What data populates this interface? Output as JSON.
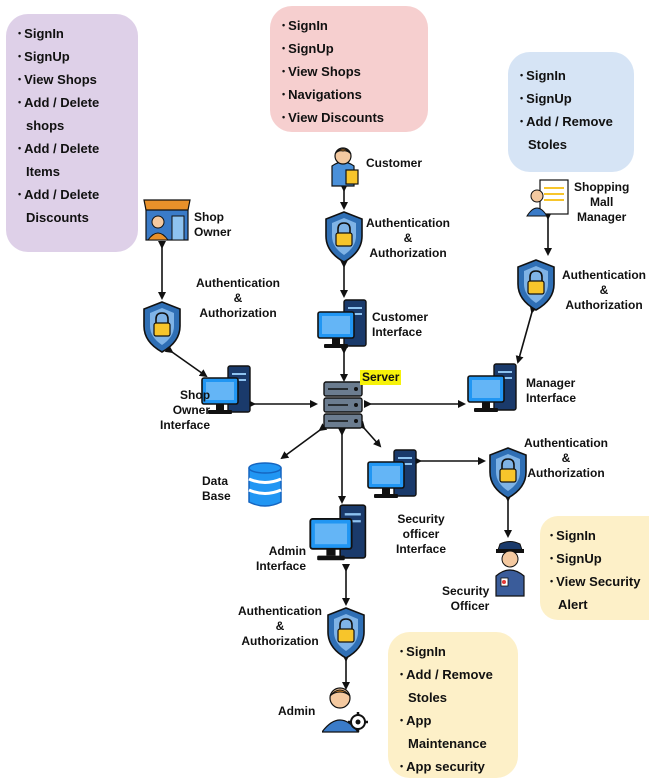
{
  "colors": {
    "shop_box": "#ded0e8",
    "customer_box": "#f6cfcf",
    "manager_box": "#d6e4f5",
    "security_box": "#fdf0c8",
    "admin_box": "#fdf0c8",
    "shield": "#2f6fb5",
    "lock": "#f7c52b",
    "monitor": "#2196f3",
    "server_highlight": "#f6f20a"
  },
  "boxes": {
    "shop_owner": [
      "SignIn",
      "SignUp",
      "View Shops",
      "Add / Delete",
      "shops",
      "Add / Delete",
      "Items",
      "Add / Delete",
      "Discounts"
    ],
    "customer": [
      "SignIn",
      "SignUp",
      "View Shops",
      "Navigations",
      "View Discounts"
    ],
    "manager": [
      "SignIn",
      "SignUp",
      "Add / Remove",
      "Stoles"
    ],
    "security": [
      "SignIn",
      "SignUp",
      "View Security",
      "Alert"
    ],
    "admin": [
      "SignIn",
      "Add / Remove",
      "Stoles",
      "App",
      "Maintenance",
      "App security"
    ]
  },
  "labels": {
    "customer": "Customer",
    "shop_owner": "Shop\nOwner",
    "shopping_mall_manager": "Shopping\nMall\nManager",
    "auth_customer": "Authentication\n&\nAuthorization",
    "auth_shop": "Authentication\n&\nAuthorization",
    "auth_manager": "Authentication\n&\nAuthorization",
    "auth_security": "Authentication\n&\nAuthorization",
    "auth_admin": "Authentication\n&\nAuthorization",
    "customer_interface": "Customer\nInterface",
    "shop_owner_interface": "Shop\nOwner\nInterface",
    "manager_interface": "Manager\nInterface",
    "server": "Server",
    "database": "Data\nBase",
    "security_officer_interface": "Security\nofficer\nInterface",
    "admin_interface": "Admin\nInterface",
    "security_officer": "Security\nOfficer",
    "admin": "Admin"
  }
}
